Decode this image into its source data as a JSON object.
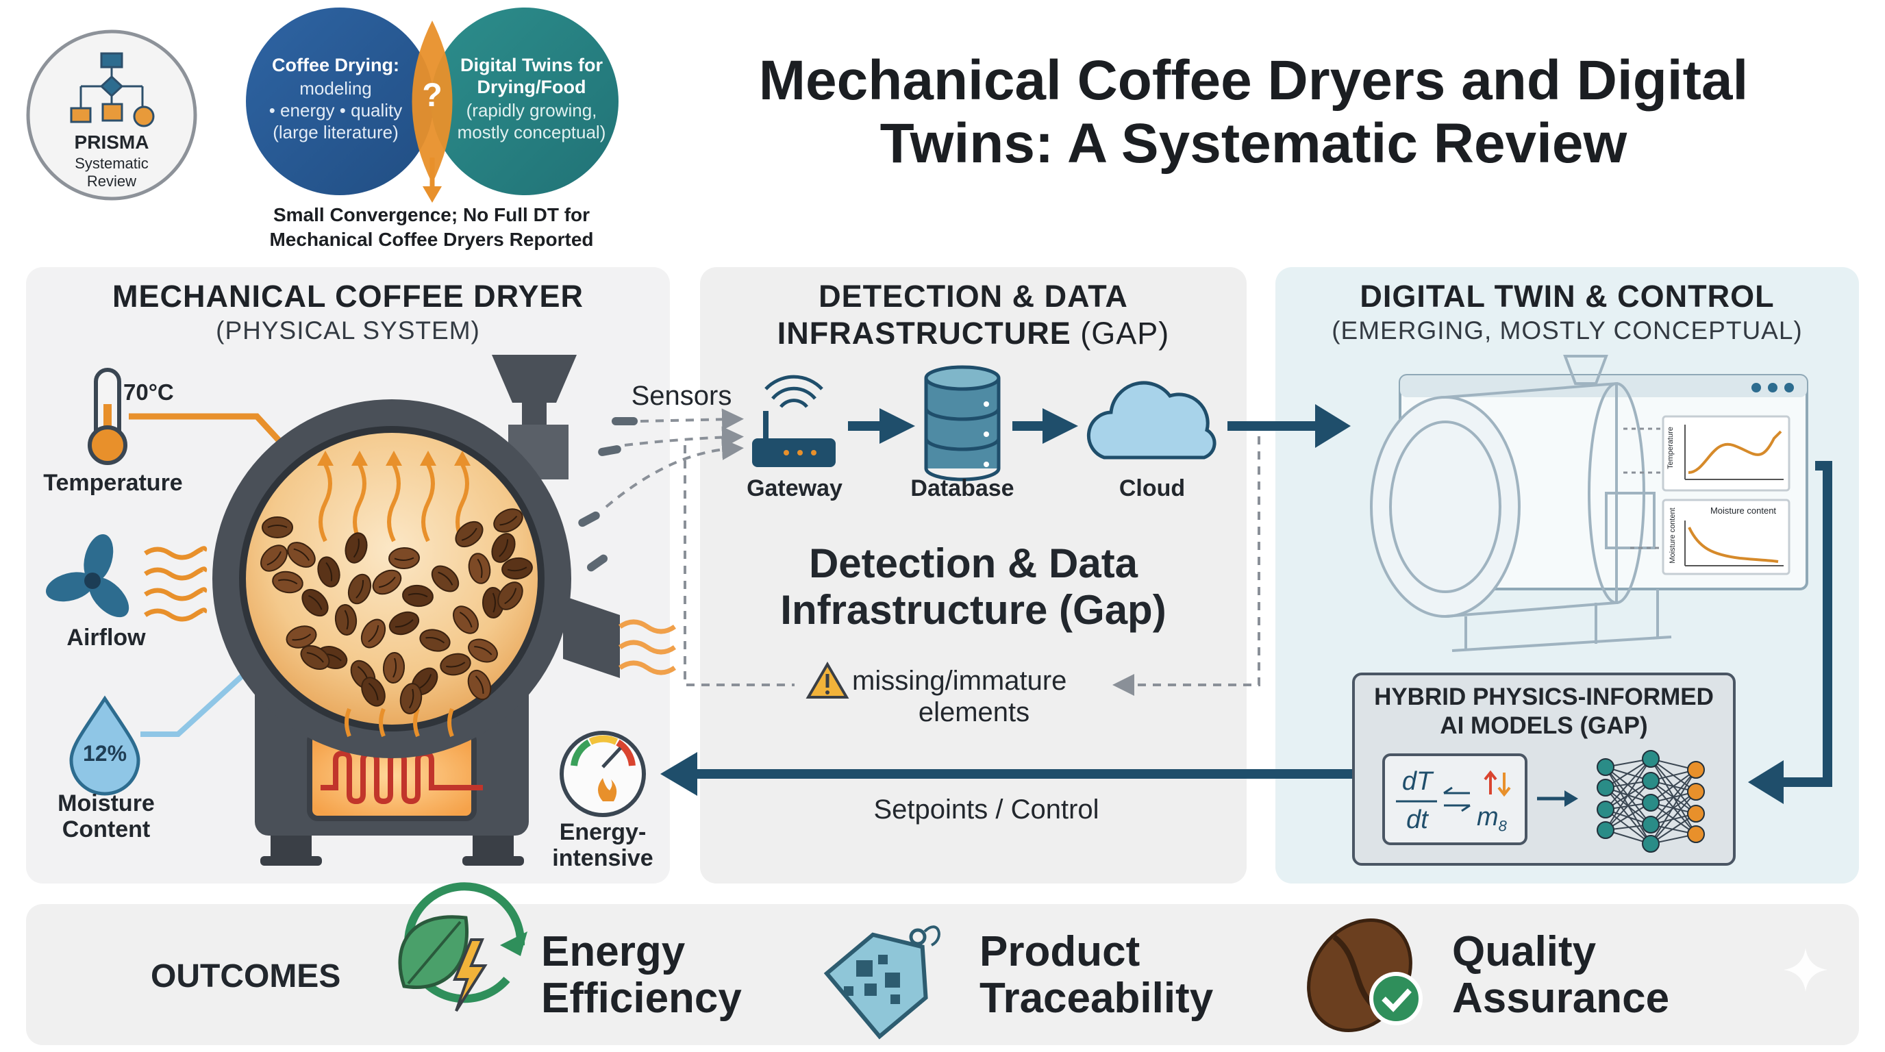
{
  "title": "Mechanical Coffee Dryers and Digital Twins: A Systematic Review",
  "prisma": {
    "line1": "PRISMA",
    "line2": "Systematic",
    "line3": "Review"
  },
  "venn": {
    "left_title": "Coffee Drying:",
    "left_l2": "modeling",
    "left_l3": "• energy • quality",
    "left_l4": "(large literature)",
    "right_title": "Digital Twins for",
    "right_title2": "Drying/Food",
    "right_l3": "(rapidly growing,",
    "right_l4": "mostly conceptual)",
    "question": "?",
    "caption1": "Small Convergence; No Full DT for",
    "caption2": "Mechanical Coffee Dryers Reported"
  },
  "physical": {
    "heading": "MECHANICAL COFFEE DRYER",
    "subheading": "(PHYSICAL SYSTEM)",
    "temp_value": "70°C",
    "temp_label": "Temperature",
    "airflow_label": "Airflow",
    "moisture_value": "12%",
    "moisture_label1": "Moisture",
    "moisture_label2": "Content",
    "energy_label1": "Energy-",
    "energy_label2": "intensive"
  },
  "data_infra": {
    "heading1": "DETECTION & DATA",
    "heading2_bold": "INFRASTRUCTURE",
    "heading2_light": " (GAP)",
    "sensors_label": "Sensors",
    "gateway_label": "Gateway",
    "database_label": "Database",
    "cloud_label": "Cloud",
    "big_label1": "Detection & Data",
    "big_label2": "Infrastructure (Gap)",
    "missing1": "missing/immature",
    "missing2": "elements",
    "setpoints_label": "Setpoints / Control"
  },
  "digital_twin": {
    "heading": "DIGITAL TWIN & CONTROL",
    "subheading": "(EMERGING, MOSTLY CONCEPTUAL)",
    "chart1_axis": "Temperature",
    "chart2_title": "Moisture content",
    "chart2_axis": "Moisture content",
    "hybrid_title1": "HYBRID PHYSICS-INFORMED",
    "hybrid_title2": "AI MODELS (GAP)",
    "eq_top": "dT",
    "eq_bottom": "dt",
    "eq_right": "m",
    "eq_sub": "8"
  },
  "outcomes": {
    "label": "OUTCOMES",
    "items": [
      {
        "line1": "Energy",
        "line2": "Efficiency"
      },
      {
        "line1": "Product",
        "line2": "Traceability"
      },
      {
        "line1": "Quality",
        "line2": "Assurance"
      }
    ]
  },
  "colors": {
    "navy": "#1f4e6b",
    "teal": "#2a8c87",
    "orange": "#e8902b",
    "blue_left": "#2a5b94",
    "teal_right": "#1d7a7e",
    "green": "#2f8f5b",
    "dryer_gray": "#4a5058"
  }
}
